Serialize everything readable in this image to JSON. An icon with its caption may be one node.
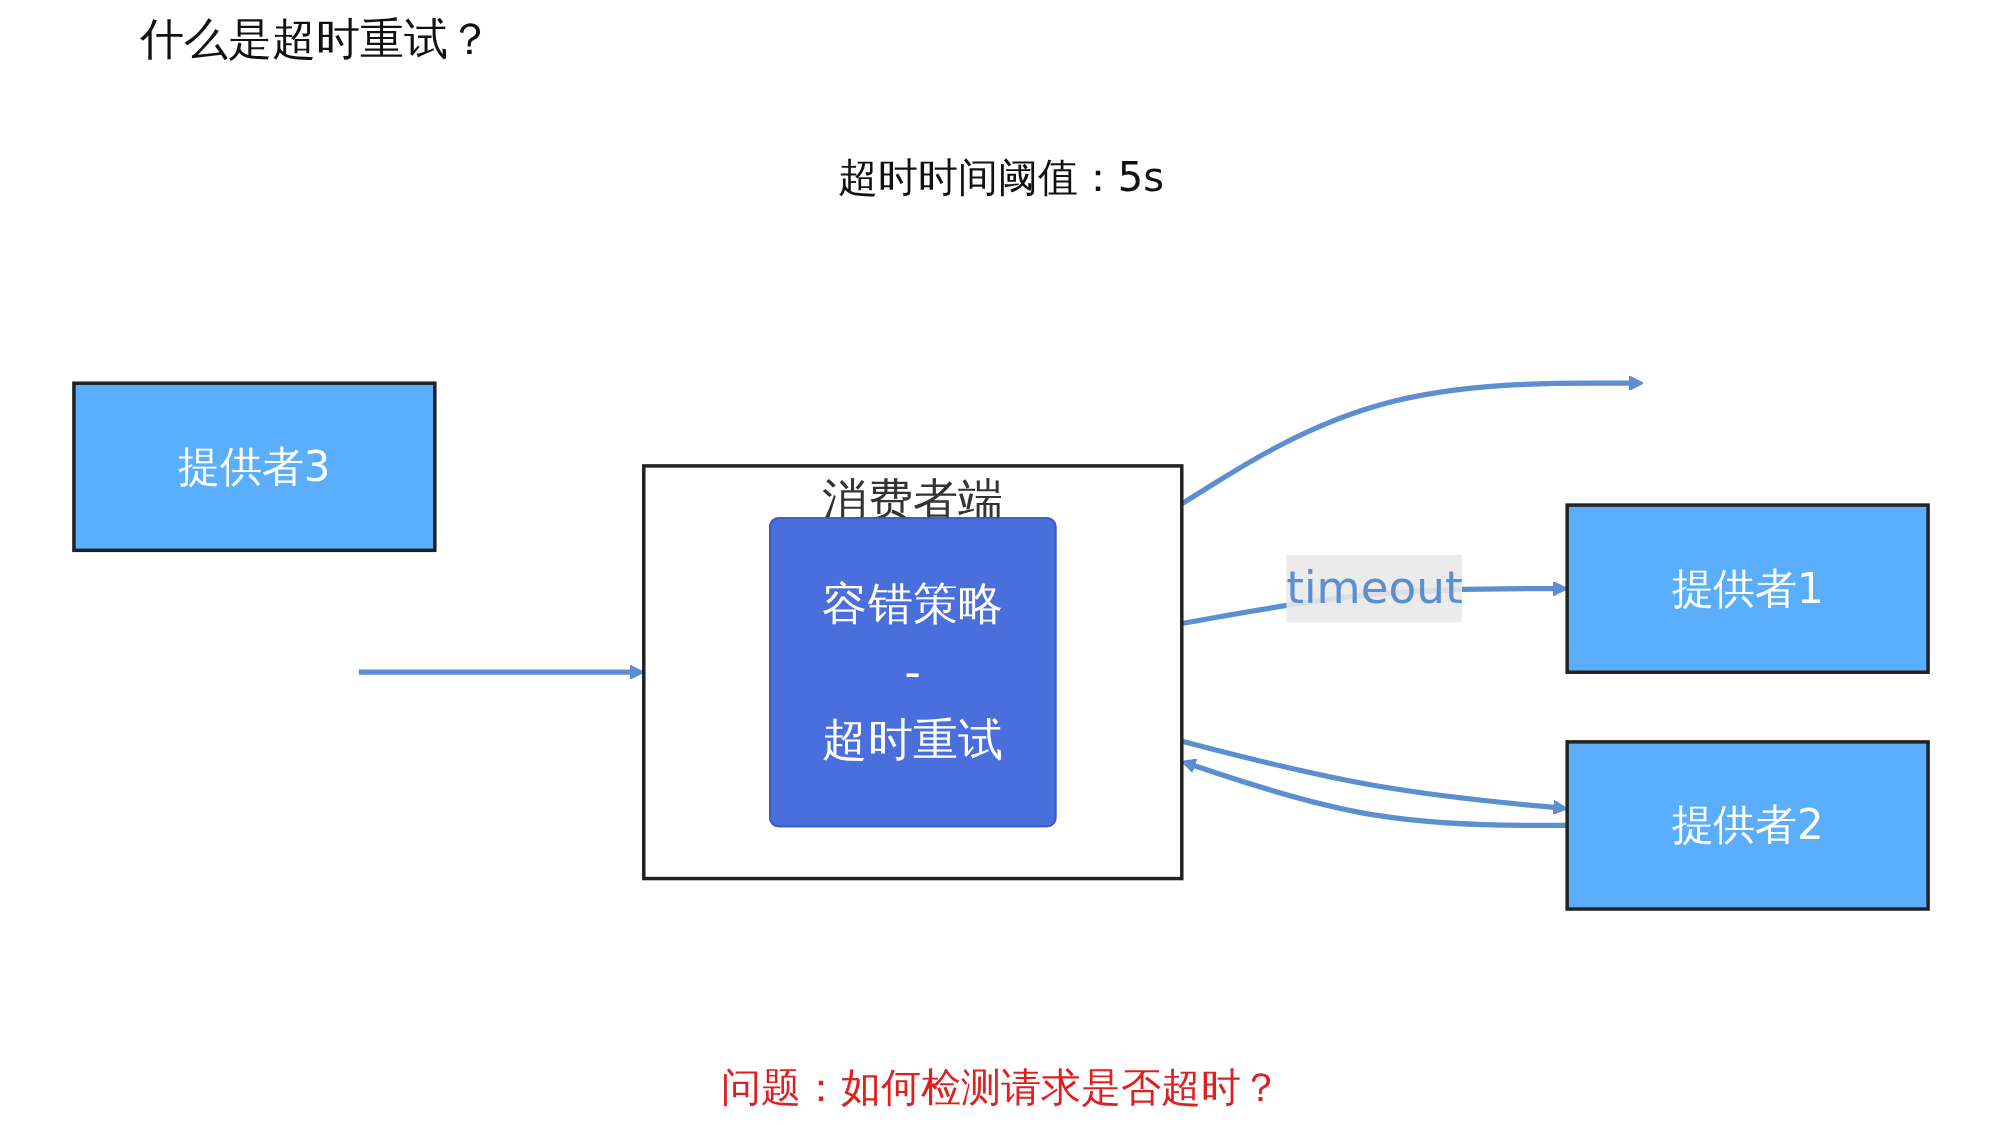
{
  "diagram": {
    "title": "什么是超时重试？",
    "caption": "问题：如何检测请求是否超时？",
    "nodes": [
      {
        "text": [
          "消费者端"
        ]
      },
      {
        "text": [
          "容错策略",
          "-",
          "超时重试"
        ],
        "in": 0
      },
      {
        "text": [
          "提供者1"
        ]
      },
      {
        "text": [
          "提供者2"
        ]
      },
      {
        "text": [
          "提供者3"
        ]
      }
    ],
    "edges": [
      {
        "from": null,
        "to": 0,
        "arrow": "to"
      },
      {
        "from": 0,
        "to": null,
        "arrow": "to"
      },
      {
        "from": 0,
        "to": 2,
        "arrow": "to",
        "label": "timeout"
      },
      {
        "from": 0,
        "to": 3,
        "arrow": "to"
      },
      {
        "from": 3,
        "to": 0,
        "arrow": "to"
      }
    ],
    "labels": [
      "超时时间阈值：5s"
    ]
  }
}
